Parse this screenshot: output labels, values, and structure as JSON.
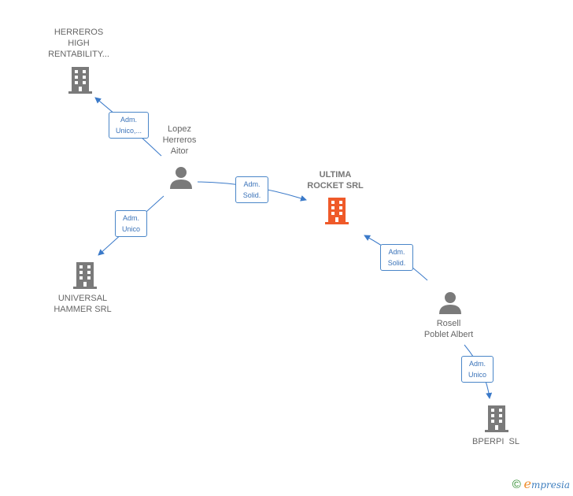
{
  "colors": {
    "company": "#7a7a7a",
    "company_main": "#ef5a2a",
    "person": "#7a7a7a",
    "edge": "#3b7ac9"
  },
  "nodes": {
    "herreros": {
      "line1": "HERREROS",
      "line2": "HIGH",
      "line3": "RENTABILITY..."
    },
    "lopez": {
      "line1": "Lopez",
      "line2": "Herreros",
      "line3": "Aitor"
    },
    "ultima": {
      "line1": "ULTIMA",
      "line2": "ROCKET SRL"
    },
    "universal": {
      "line1": "UNIVERSAL",
      "line2": "HAMMER SRL"
    },
    "rosell": {
      "line1": "Rosell",
      "line2": "Poblet Albert"
    },
    "bperpi": {
      "line1": "BPERPI  SL"
    }
  },
  "edges": {
    "lopez_herreros": {
      "line1": "Adm.",
      "line2": "Unico,..."
    },
    "lopez_ultima": {
      "line1": "Adm.",
      "line2": "Solid."
    },
    "lopez_universal": {
      "line1": "Adm.",
      "line2": "Unico"
    },
    "rosell_ultima": {
      "line1": "Adm.",
      "line2": "Solid."
    },
    "rosell_bperpi": {
      "line1": "Adm.",
      "line2": "Unico"
    }
  },
  "brand": {
    "copyright": "©",
    "initial": "e",
    "rest": "mpresia"
  },
  "icons": {
    "company": "building-icon",
    "person": "person-icon"
  }
}
